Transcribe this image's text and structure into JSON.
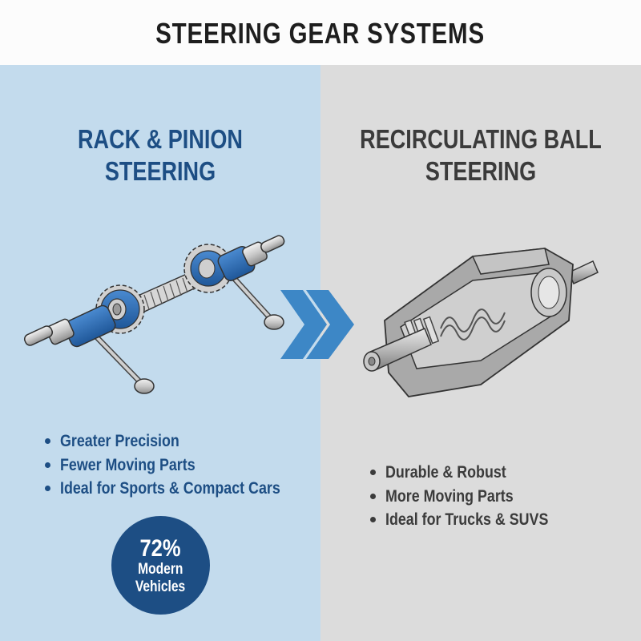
{
  "header": {
    "title": "STEERING GEAR SYSTEMS"
  },
  "left_panel": {
    "title_line1": "RACK & PINION",
    "title_line2": "STEERING",
    "illustration": "rack-and-pinion-gear-illustration",
    "bullets": [
      "Greater Precision",
      "Fewer Moving Parts",
      "Ideal for Sports & Compact Cars"
    ],
    "stat": {
      "value": "72%",
      "label_line1": "Modern",
      "label_line2": "Vehicles"
    }
  },
  "right_panel": {
    "title_line1": "RECIRCULATING BALL",
    "title_line2": "STEERING",
    "illustration": "recirculating-ball-gearbox-cutaway-illustration",
    "bullets": [
      "Durable & Robust",
      "More Moving Parts",
      "Ideal for Trucks & SUVS"
    ]
  },
  "divider_icon": "double-chevron-right-icon",
  "colors": {
    "header_bg": "#fcfcfc",
    "title_text": "#1e1e1e",
    "left_bg": "#c3dbed",
    "left_accent": "#1d4e84",
    "right_bg": "#dcdcdc",
    "right_text": "#3b3b3b",
    "chevron": "#3d87c6",
    "gear_blue": "#2f6fb5",
    "metal": "#c9c9c9"
  }
}
